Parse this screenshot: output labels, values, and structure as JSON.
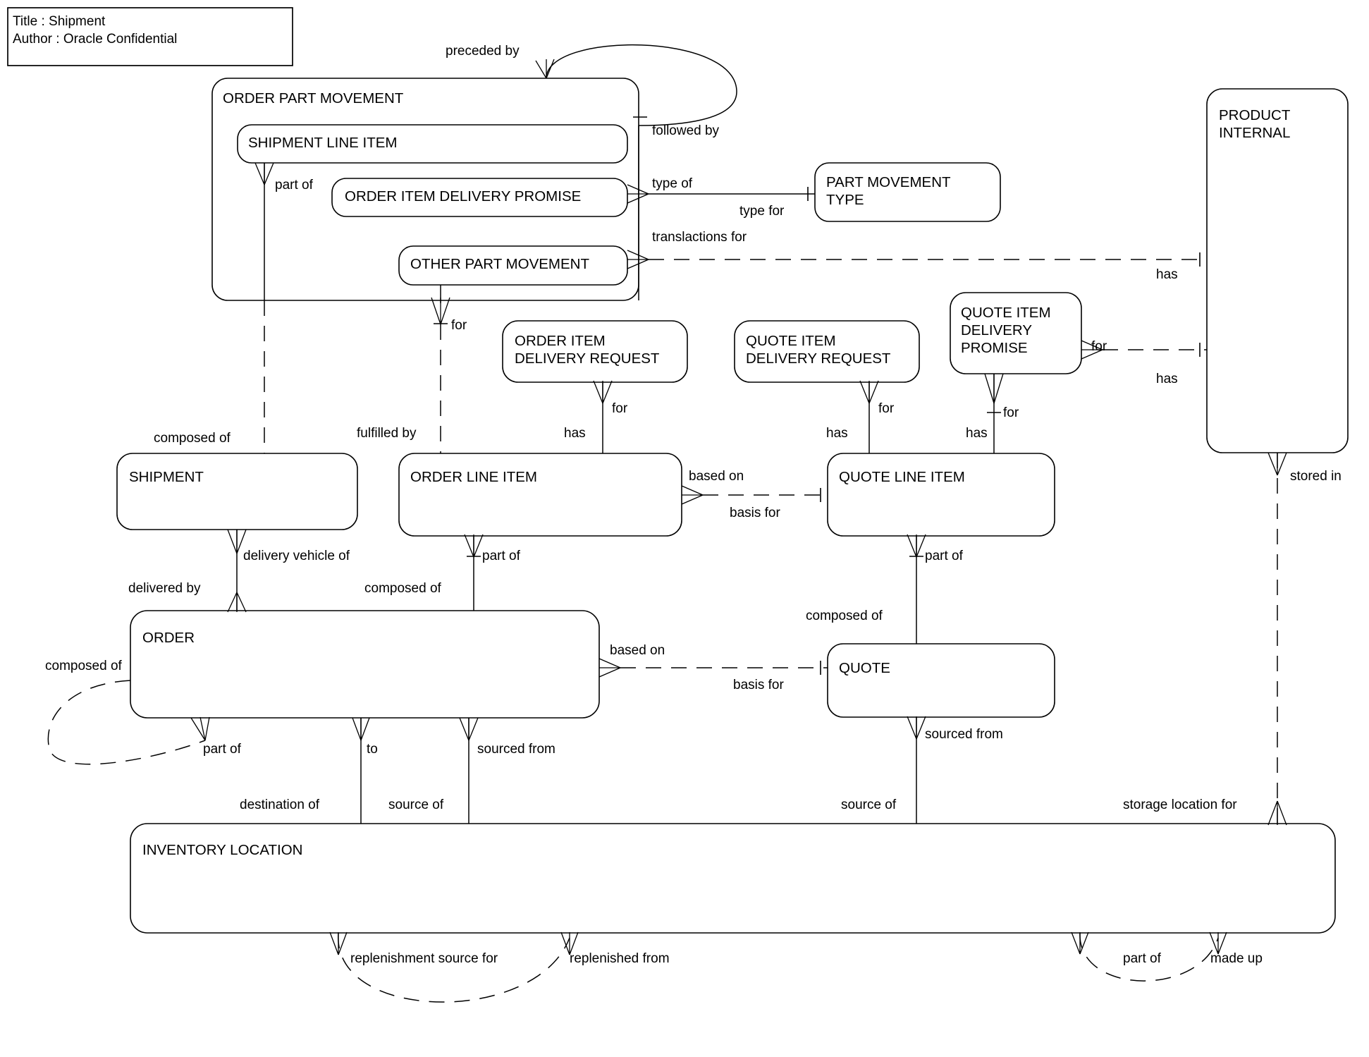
{
  "diagram": {
    "title_block": {
      "title_line": "Title : Shipment",
      "author_line": "Author : Oracle Confidential"
    },
    "entities": [
      {
        "id": "order-part-movement",
        "label": "ORDER PART MOVEMENT"
      },
      {
        "id": "shipment-line-item",
        "label": "SHIPMENT LINE ITEM"
      },
      {
        "id": "order-item-delivery-promise",
        "label": "ORDER ITEM DELIVERY PROMISE"
      },
      {
        "id": "other-part-movement",
        "label": "OTHER PART MOVEMENT"
      },
      {
        "id": "part-movement-type",
        "label_line1": "PART MOVEMENT",
        "label_line2": "TYPE"
      },
      {
        "id": "product-internal",
        "label_line1": "PRODUCT",
        "label_line2": "INTERNAL"
      },
      {
        "id": "order-item-delivery-request",
        "label_line1": "ORDER ITEM",
        "label_line2": "DELIVERY REQUEST"
      },
      {
        "id": "quote-item-delivery-request",
        "label_line1": "QUOTE ITEM",
        "label_line2": "DELIVERY REQUEST"
      },
      {
        "id": "quote-item-delivery-promise",
        "label_line1": "QUOTE ITEM",
        "label_line2": "DELIVERY",
        "label_line3": "PROMISE"
      },
      {
        "id": "shipment",
        "label": "SHIPMENT"
      },
      {
        "id": "order-line-item",
        "label": "ORDER LINE ITEM"
      },
      {
        "id": "quote-line-item",
        "label": "QUOTE LINE ITEM"
      },
      {
        "id": "order",
        "label": "ORDER"
      },
      {
        "id": "quote",
        "label": "QUOTE"
      },
      {
        "id": "inventory-location",
        "label": "INVENTORY LOCATION"
      }
    ],
    "relationship_labels": [
      {
        "id": "preceded-by",
        "text": "preceded by"
      },
      {
        "id": "followed-by",
        "text": "followed by"
      },
      {
        "id": "type-of",
        "text": "type of"
      },
      {
        "id": "type-for",
        "text": "type for"
      },
      {
        "id": "translactions-for",
        "text": "translactions for"
      },
      {
        "id": "part-of-opm",
        "text": "part of"
      },
      {
        "id": "for-opm",
        "text": "for"
      },
      {
        "id": "has-pi-top",
        "text": "has"
      },
      {
        "id": "for-qidp",
        "text": "for"
      },
      {
        "id": "has-pi-bottom",
        "text": "has"
      },
      {
        "id": "for-oidr",
        "text": "for"
      },
      {
        "id": "for-qidr",
        "text": "for"
      },
      {
        "id": "for-qidp2",
        "text": "for"
      },
      {
        "id": "composed-of-shipment",
        "text": "composed of"
      },
      {
        "id": "fulfilled-by",
        "text": "fulfilled by"
      },
      {
        "id": "has-oli",
        "text": "has"
      },
      {
        "id": "has-qli",
        "text": "has"
      },
      {
        "id": "has-qli-2",
        "text": "has"
      },
      {
        "id": "stored-in",
        "text": "stored in"
      },
      {
        "id": "delivery-vehicle-of",
        "text": "delivery vehicle of"
      },
      {
        "id": "part-of-oli",
        "text": "part of"
      },
      {
        "id": "based-on-li",
        "text": "based on"
      },
      {
        "id": "basis-for-li",
        "text": "basis for"
      },
      {
        "id": "part-of-qli",
        "text": "part of"
      },
      {
        "id": "delivered-by",
        "text": "delivered by"
      },
      {
        "id": "composed-of-order",
        "text": "composed of"
      },
      {
        "id": "composed-of-quote",
        "text": "composed of"
      },
      {
        "id": "composed-of-self",
        "text": "composed of"
      },
      {
        "id": "based-on-order",
        "text": "based on"
      },
      {
        "id": "basis-for-order",
        "text": "basis for"
      },
      {
        "id": "part-of-order",
        "text": "part of"
      },
      {
        "id": "to-order",
        "text": "to"
      },
      {
        "id": "sourced-from-order",
        "text": "sourced from"
      },
      {
        "id": "sourced-from-quote",
        "text": "sourced from"
      },
      {
        "id": "destination-of",
        "text": "destination of"
      },
      {
        "id": "source-of-order",
        "text": "source of"
      },
      {
        "id": "source-of-quote",
        "text": "source of"
      },
      {
        "id": "storage-location-for",
        "text": "storage location for"
      },
      {
        "id": "replenishment-source-for",
        "text": "replenishment source for"
      },
      {
        "id": "replenished-from",
        "text": "replenished from"
      },
      {
        "id": "part-of-inv",
        "text": "part of"
      },
      {
        "id": "made-up",
        "text": "made up"
      }
    ]
  }
}
